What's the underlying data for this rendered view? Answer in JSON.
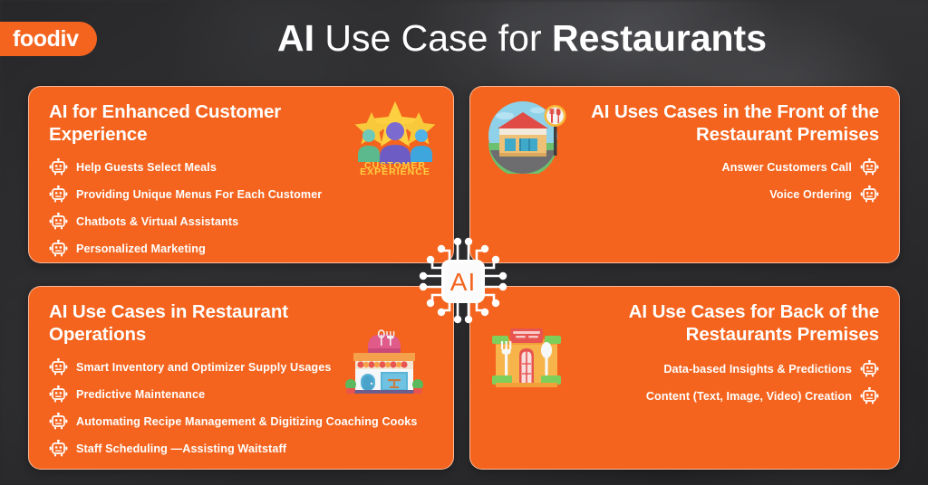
{
  "brand": {
    "logo_text": "foodiv",
    "accent_color": "#f4641e",
    "background_color": "#3a3a3c",
    "title_color": "#ffffff"
  },
  "header": {
    "title_part1": "AI",
    "title_part2": " Use Case for ",
    "title_part3": "Restaurants",
    "title_full": "AI Use Case for Restaurants"
  },
  "center": {
    "chip_label": "AI",
    "icon": "ai-chip-icon"
  },
  "cards": [
    {
      "id": "enhanced-customer-experience",
      "title": "AI for Enhanced Customer Experience",
      "align": "left",
      "art_icon": "customer-experience-badge-icon",
      "art_label_line1": "CUSTOMER",
      "art_label_line2": "EXPERIENCE",
      "bullets": [
        {
          "label": "Help Guests Select Meals",
          "icon": "robot-icon"
        },
        {
          "label": "Providing Unique Menus For Each Customer",
          "icon": "robot-icon"
        },
        {
          "label": "Chatbots & Virtual Assistants",
          "icon": "robot-icon"
        },
        {
          "label": "Personalized Marketing",
          "icon": "robot-icon"
        }
      ]
    },
    {
      "id": "front-of-restaurant-premises",
      "title": "AI Uses Cases in the Front of the Restaurant Premises",
      "align": "right",
      "art_icon": "restaurant-storefront-circle-icon",
      "bullets": [
        {
          "label": "Answer Customers Call",
          "icon": "robot-icon"
        },
        {
          "label": "Voice Ordering",
          "icon": "robot-icon"
        }
      ]
    },
    {
      "id": "restaurant-operations",
      "title": "AI Use Cases in Restaurant Operations",
      "align": "left",
      "art_icon": "restaurant-shop-icon",
      "bullets": [
        {
          "label": "Smart Inventory and Optimizer Supply Usages",
          "icon": "robot-icon"
        },
        {
          "label": "Predictive Maintenance",
          "icon": "robot-icon"
        },
        {
          "label": "Automating Recipe Management & Digitizing Coaching Cooks",
          "icon": "robot-icon"
        },
        {
          "label": "Staff Scheduling —Assisting Waitstaff",
          "icon": "robot-icon"
        }
      ]
    },
    {
      "id": "back-of-restaurants-premises",
      "title": "AI Use Cases for Back of the Restaurants Premises",
      "align": "right",
      "art_icon": "restaurant-building-fork-spoon-icon",
      "bullets": [
        {
          "label": "Data-based Insights & Predictions",
          "icon": "robot-icon"
        },
        {
          "label": "Content (Text, Image, Video) Creation",
          "icon": "robot-icon"
        }
      ]
    }
  ]
}
